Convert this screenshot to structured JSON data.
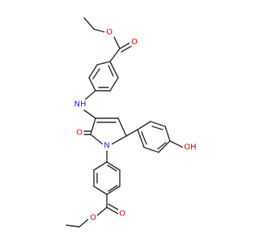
{
  "structure": {
    "atoms": {
      "o_ester_top_ether": "O",
      "o_ester_top_carbonyl": "O",
      "n_amine": "NH",
      "o_lactam": "O",
      "n_ring": "N",
      "o_phenol": "OH",
      "o_ester_bottom_carbonyl": "O",
      "o_ester_bottom_ether": "O"
    }
  },
  "colors": {
    "bond": "#2b2b2b",
    "oxygen": "#e00000",
    "nitrogen": "#2a2ad8",
    "background": "#ffffff"
  }
}
